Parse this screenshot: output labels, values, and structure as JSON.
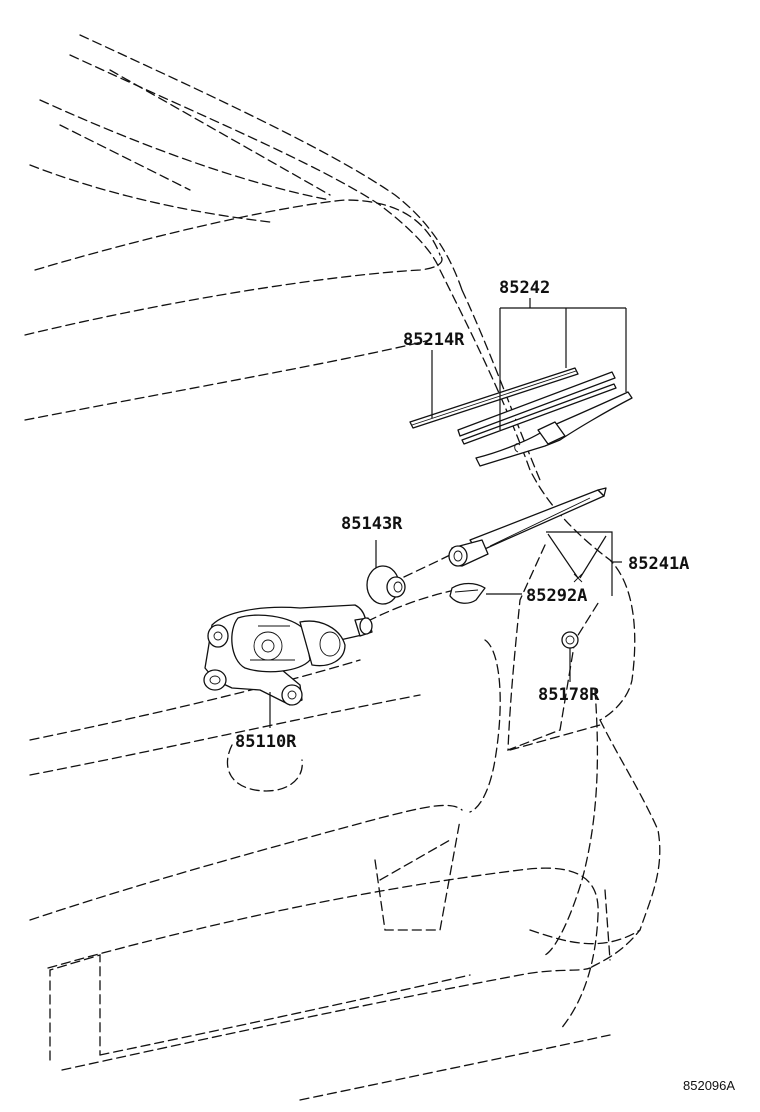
{
  "callouts": {
    "blade_assembly": "85242",
    "blade_rubber": "85214R",
    "pivot_cap": "85143R",
    "wiper_arm": "85241A",
    "arm_head_cap": "85292A",
    "grommet": "85178R",
    "wiper_motor": "85110R"
  },
  "figure_code": "852096A"
}
